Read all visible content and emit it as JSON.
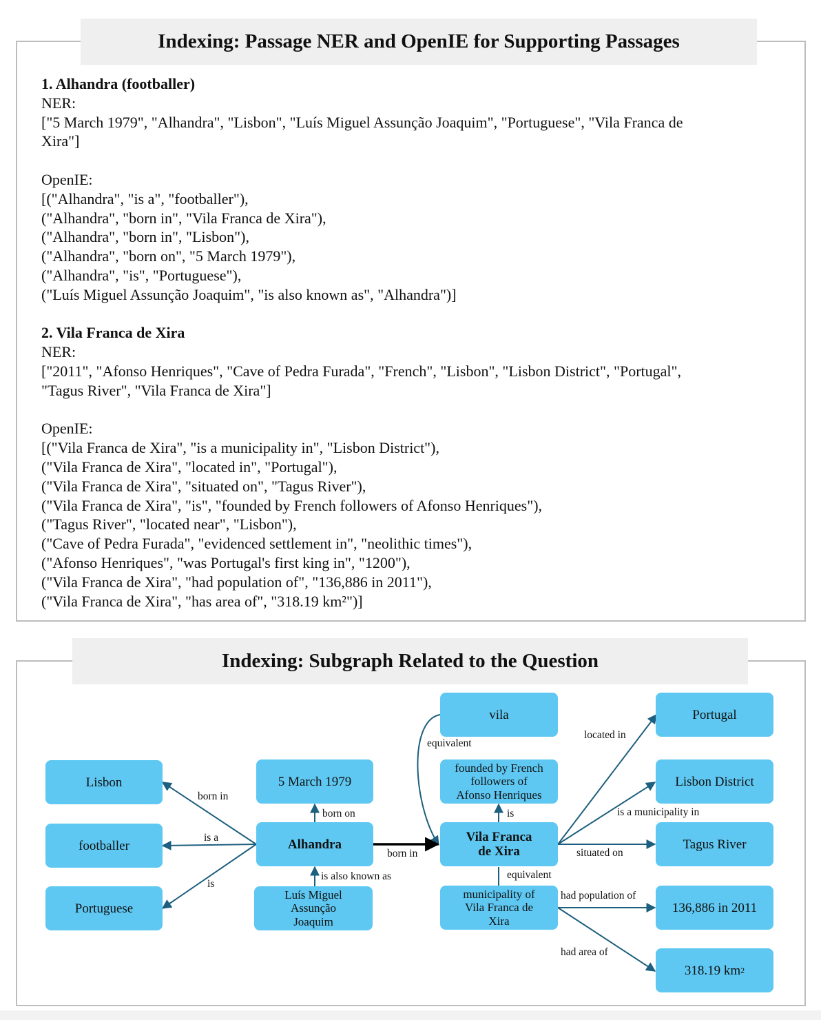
{
  "top_panel": {
    "title": "Indexing: Passage NER and OpenIE for Supporting Passages",
    "passages": [
      {
        "title": "1. Alhandra (footballer)",
        "ner_label": "NER:",
        "ner_lines": [
          "[\"5 March 1979\", \"Alhandra\", \"Lisbon\", \"Luís Miguel Assunção Joaquim\", \"Portuguese\", \"Vila Franca de",
          "Xira\"]"
        ],
        "openie_label": "OpenIE:",
        "openie_lines": [
          "[(\"Alhandra\", \"is a\", \"footballer\"),",
          "(\"Alhandra\", \"born in\", \"Vila Franca de Xira\"),",
          "(\"Alhandra\", \"born in\", \"Lisbon\"),",
          "(\"Alhandra\", \"born on\", \"5 March 1979\"),",
          "(\"Alhandra\", \"is\", \"Portuguese\"),",
          "(\"Luís Miguel Assunção Joaquim\", \"is also known as\", \"Alhandra\")]"
        ]
      },
      {
        "title": "2. Vila Franca de Xira",
        "ner_label": "NER:",
        "ner_lines": [
          "[\"2011\", \"Afonso Henriques\", \"Cave of Pedra Furada\", \"French\", \"Lisbon\", \"Lisbon District\", \"Portugal\",",
          "\"Tagus River\", \"Vila Franca de Xira\"]"
        ],
        "openie_label": "OpenIE:",
        "openie_lines": [
          "[(\"Vila Franca de Xira\", \"is a municipality in\", \"Lisbon District\"),",
          "(\"Vila Franca de Xira\", \"located in\", \"Portugal\"),",
          "(\"Vila Franca de Xira\", \"situated on\", \"Tagus River\"),",
          "(\"Vila Franca de Xira\", \"is\", \"founded by French followers of Afonso Henriques\"),",
          "(\"Tagus River\", \"located near\", \"Lisbon\"),",
          "(\"Cave of Pedra Furada\", \"evidenced settlement in\", \"neolithic times\"),",
          "(\"Afonso Henriques\", \"was Portugal's first king in\", \"1200\"),",
          "(\"Vila Franca de Xira\", \"had population of\", \"136,886 in 2011\"),",
          "(\"Vila Franca de Xira\", \"has area of\", \"318.19 km²\")]"
        ]
      }
    ]
  },
  "bottom_panel": {
    "title": "Indexing: Subgraph Related to the Question",
    "nodes": {
      "lisbon": "Lisbon",
      "footballer": "footballer",
      "portuguese": "Portuguese",
      "march": "5 March 1979",
      "alhandra": "Alhandra",
      "luis": [
        "Luís Miguel",
        "Assunção",
        "Joaquim"
      ],
      "vila": "vila",
      "founded": [
        "founded by French",
        "followers of",
        "Afonso Henriques"
      ],
      "vfx": [
        "Vila Franca",
        "de Xira"
      ],
      "municipality": [
        "municipality of",
        "Vila Franca de",
        "Xira"
      ],
      "portugal": "Portugal",
      "lisbon_district": "Lisbon District",
      "tagus": "Tagus River",
      "population": "136,886 in 2011",
      "area": "318.19 km",
      "area_sup": "2"
    },
    "edge_labels": {
      "born_in_lisbon": "born in",
      "is_a": "is a",
      "is": "is",
      "born_on": "born on",
      "is_also_known_as": "is also known as",
      "born_in_vfx": "born in",
      "equivalent_vila": "equivalent",
      "is_founded": "is",
      "equivalent_muni": "equivalent",
      "located_in": "located in",
      "is_a_municipality_in": "is a municipality in",
      "situated_on": "situated on",
      "had_population_of": "had population of",
      "had_area_of": "had area of"
    },
    "colors": {
      "node_fill": "#5ec8f2",
      "edge": "#1d5f7e",
      "edge_strong": "#000000",
      "title_bg": "#efefef",
      "frame_border": "#bdbdbd"
    }
  }
}
